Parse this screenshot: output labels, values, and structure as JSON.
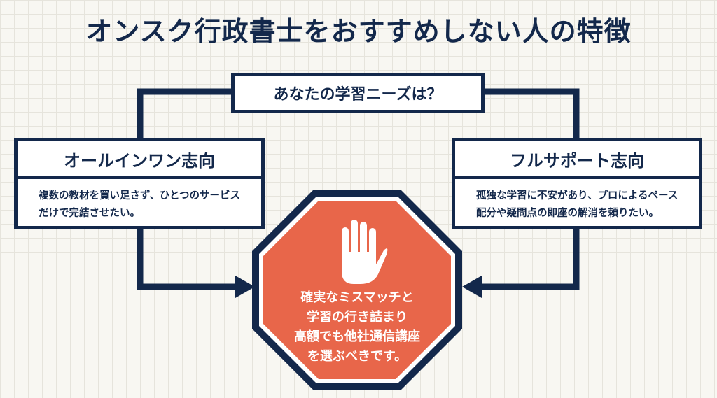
{
  "title": "オンスク行政書士をおすすめしない人の特徴",
  "question": "あなたの学習ニーズは？",
  "left_card": {
    "heading": "オールインワン志向",
    "body": "複数の教材を買い足さず、ひとつのサービスだけで完結させたい。"
  },
  "right_card": {
    "heading": "フルサポート志向",
    "body": "孤独な学習に不安があり、プロによるペース配分や疑問点の即座の解消を頼りたい。"
  },
  "stop_sign": {
    "icon": "hand-stop-icon",
    "lines": [
      "確実なミスマッチと",
      "学習の行き詰まり",
      "高額でも他社通信講座",
      "を選ぶべきです。"
    ]
  },
  "colors": {
    "navy": "#13284b",
    "orange": "#e8664a",
    "background": "#f8f7f2"
  }
}
